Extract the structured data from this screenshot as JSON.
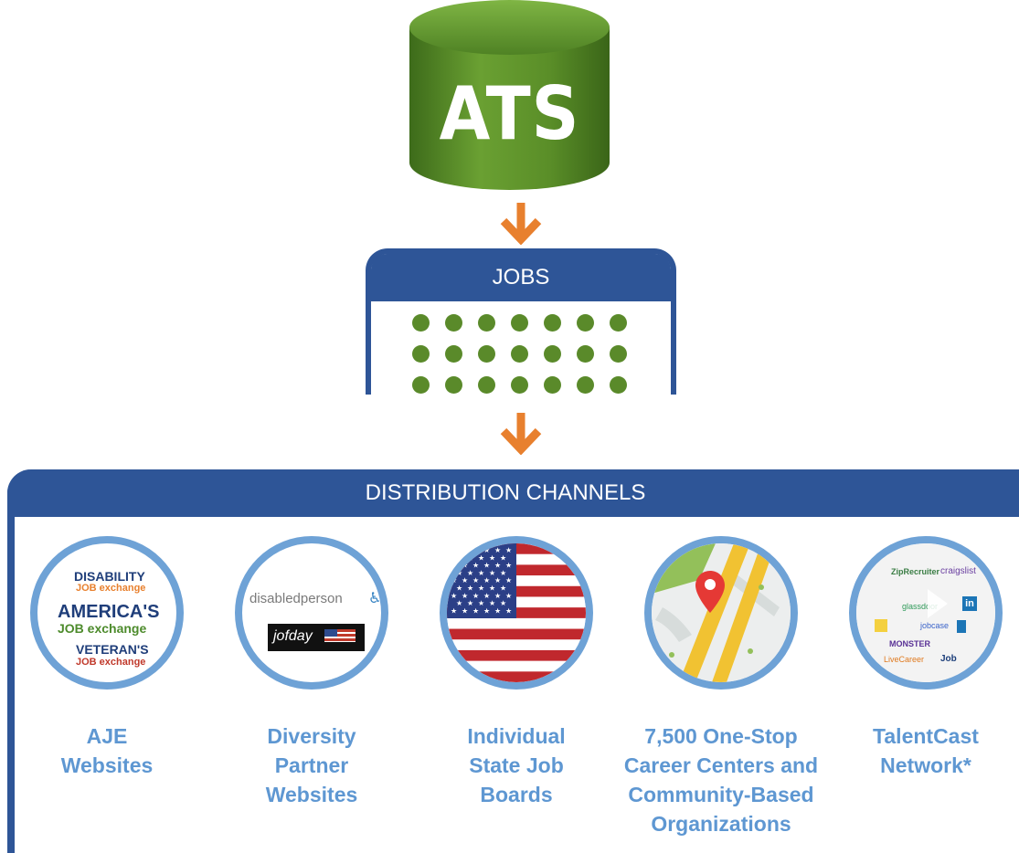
{
  "ats": {
    "label": "ATS"
  },
  "jobs": {
    "title": "JOBS",
    "rows": 3,
    "cols": 7
  },
  "distribution": {
    "title": "DISTRIBUTION CHANNELS",
    "channels": [
      {
        "id": "aje",
        "label_lines": [
          "AJE",
          "Websites"
        ],
        "logos": [
          "DISABILITY",
          "JOB exchange",
          "AMERICA'S",
          "JOB exchange",
          "VETERAN'S",
          "JOB exchange"
        ]
      },
      {
        "id": "diversity",
        "label_lines": [
          "Diversity",
          "Partner",
          "Websites"
        ],
        "logos": [
          "disabledperson",
          "jofday"
        ]
      },
      {
        "id": "state",
        "label_lines": [
          "Individual",
          "State Job",
          "Boards"
        ]
      },
      {
        "id": "onestop",
        "label_lines": [
          "7,500 One-Stop",
          "Career Centers and",
          "Community-Based",
          "Organizations"
        ]
      },
      {
        "id": "talentcast",
        "label_lines": [
          "TalentCast",
          "Network*"
        ],
        "logos": [
          "ZipRecruiter",
          "craigslist",
          "in",
          "glassdoor",
          "jobcase",
          "MONSTER",
          "LiveCareer",
          "Job"
        ]
      }
    ]
  },
  "colors": {
    "navy": "#2e5597",
    "arrow": "#e8802e",
    "green": "#5a8a2a",
    "circle_border": "#6ea2d6",
    "label": "#5e97d2"
  }
}
